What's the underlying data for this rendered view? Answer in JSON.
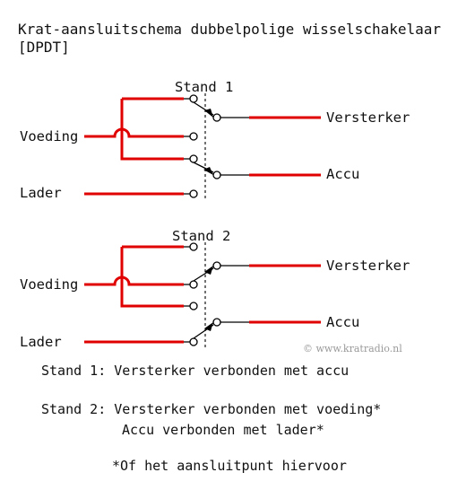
{
  "title_line1": "Krat-aansluitschema dubbelpolige wisselschakelaar",
  "title_line2": "[DPDT]",
  "diagram1": {
    "position_label": "Stand 1",
    "input_label": "Voeding",
    "charger_label": "Lader",
    "output_top_label": "Versterker",
    "output_bottom_label": "Accu"
  },
  "diagram2": {
    "position_label": "Stand 2",
    "input_label": "Voeding",
    "charger_label": "Lader",
    "output_top_label": "Versterker",
    "output_bottom_label": "Accu"
  },
  "watermark": "© www.kratradio.nl",
  "notes": {
    "stand1": "Stand 1: Versterker verbonden met accu",
    "stand2_line1": "Stand 2: Versterker verbonden met voeding*",
    "stand2_line2": "Accu verbonden met lader*",
    "footnote": "*Of het aansluitpunt hiervoor"
  },
  "colors": {
    "wire": "#e00000",
    "text": "#111111"
  }
}
